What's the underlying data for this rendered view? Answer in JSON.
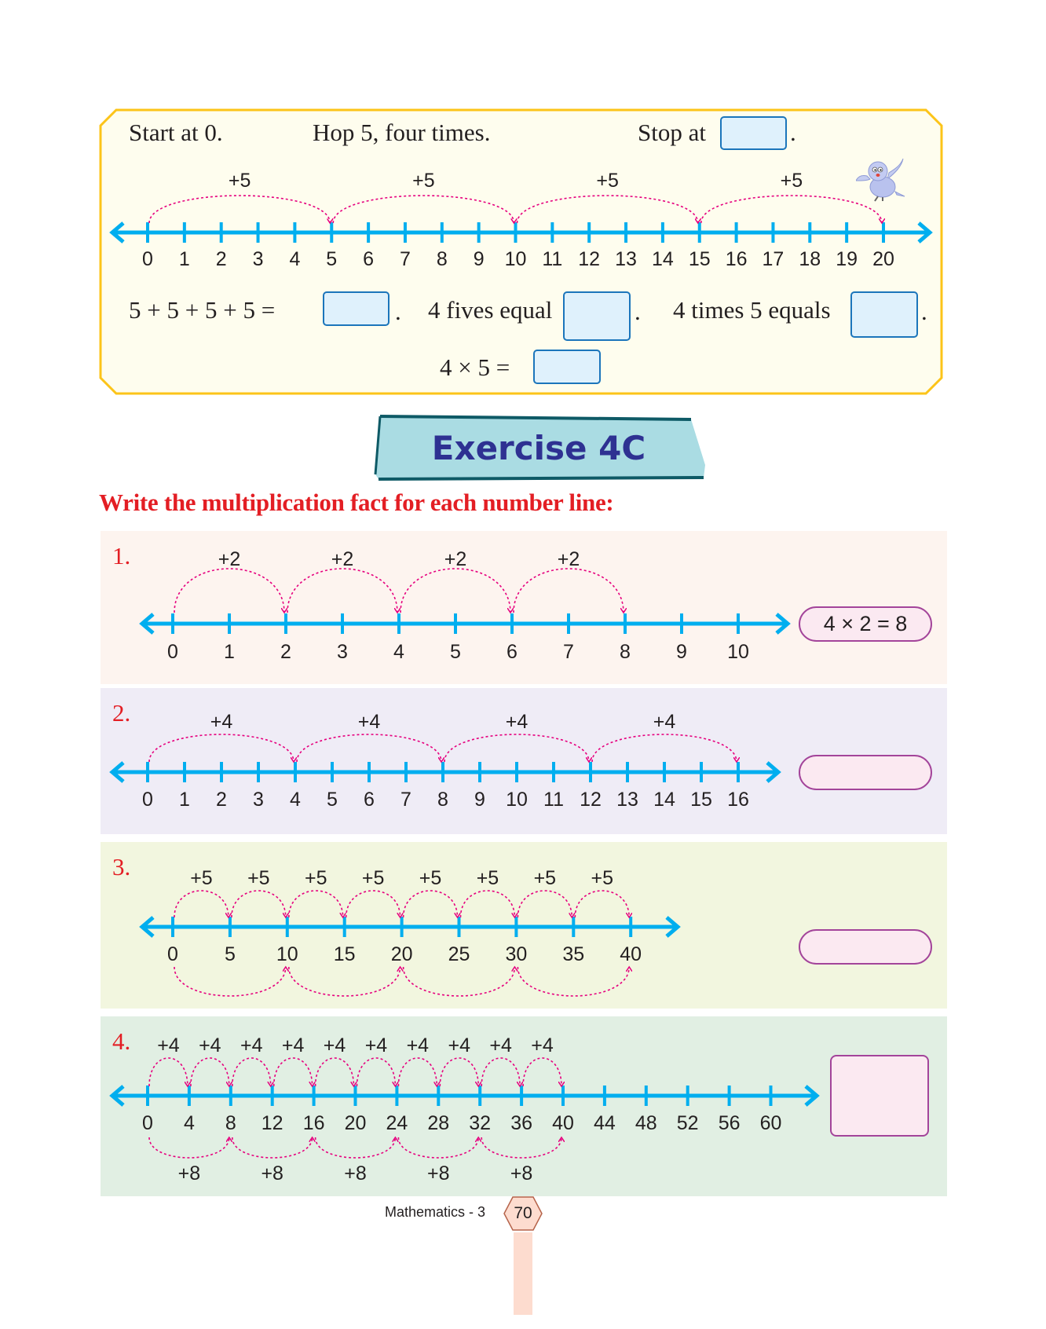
{
  "intro": {
    "start_text": "Start at 0.",
    "hop_text": "Hop 5, four times.",
    "stop_text": "Stop at",
    "sum_text": "5 + 5 + 5 + 5 =",
    "fives_text": "4 fives equal",
    "times_text": "4 times 5 equals",
    "product_text": "4 × 5  =",
    "period": ".",
    "stop_answer": "",
    "sum_answer": "",
    "fives_answer": "",
    "times_answer": "",
    "product_answer": ""
  },
  "exercise": {
    "title": "Exercise 4C",
    "instruction": "Write the multiplication fact for each number line:"
  },
  "problems": [
    {
      "number": "1.",
      "answer": "4 × 2 = 8"
    },
    {
      "number": "2.",
      "answer": ""
    },
    {
      "number": "3.",
      "answer": ""
    },
    {
      "number": "4.",
      "answer": ""
    }
  ],
  "number_lines": [
    {
      "name": "intro",
      "ticks": [
        "0",
        "1",
        "2",
        "3",
        "4",
        "5",
        "6",
        "7",
        "8",
        "9",
        "10",
        "11",
        "12",
        "13",
        "14",
        "15",
        "16",
        "17",
        "18",
        "19",
        "20"
      ],
      "jumps": [
        {
          "from": "0",
          "to": "5",
          "label": "+5"
        },
        {
          "from": "5",
          "to": "10",
          "label": "+5"
        },
        {
          "from": "10",
          "to": "15",
          "label": "+5"
        },
        {
          "from": "15",
          "to": "20",
          "label": "+5"
        }
      ],
      "bottom_jumps": []
    },
    {
      "name": "problem-1",
      "ticks": [
        "0",
        "1",
        "2",
        "3",
        "4",
        "5",
        "6",
        "7",
        "8",
        "9",
        "10"
      ],
      "jumps": [
        {
          "from": "0",
          "to": "2",
          "label": "+2"
        },
        {
          "from": "2",
          "to": "4",
          "label": "+2"
        },
        {
          "from": "4",
          "to": "6",
          "label": "+2"
        },
        {
          "from": "6",
          "to": "8",
          "label": "+2"
        }
      ],
      "bottom_jumps": []
    },
    {
      "name": "problem-2",
      "ticks": [
        "0",
        "1",
        "2",
        "3",
        "4",
        "5",
        "6",
        "7",
        "8",
        "9",
        "10",
        "11",
        "12",
        "13",
        "14",
        "15",
        "16"
      ],
      "jumps": [
        {
          "from": "0",
          "to": "4",
          "label": "+4"
        },
        {
          "from": "4",
          "to": "8",
          "label": "+4"
        },
        {
          "from": "8",
          "to": "12",
          "label": "+4"
        },
        {
          "from": "12",
          "to": "16",
          "label": "+4"
        }
      ],
      "bottom_jumps": []
    },
    {
      "name": "problem-3",
      "ticks": [
        "0",
        "5",
        "10",
        "15",
        "20",
        "25",
        "30",
        "35",
        "40"
      ],
      "jumps": [
        {
          "from": "0",
          "to": "5",
          "label": "+5"
        },
        {
          "from": "5",
          "to": "10",
          "label": "+5"
        },
        {
          "from": "10",
          "to": "15",
          "label": "+5"
        },
        {
          "from": "15",
          "to": "20",
          "label": "+5"
        },
        {
          "from": "20",
          "to": "25",
          "label": "+5"
        },
        {
          "from": "25",
          "to": "30",
          "label": "+5"
        },
        {
          "from": "30",
          "to": "35",
          "label": "+5"
        },
        {
          "from": "35",
          "to": "40",
          "label": "+5"
        }
      ],
      "bottom_jumps": [
        {
          "from": "0",
          "to": "10",
          "label": ""
        },
        {
          "from": "10",
          "to": "20",
          "label": ""
        },
        {
          "from": "20",
          "to": "30",
          "label": ""
        },
        {
          "from": "30",
          "to": "40",
          "label": ""
        }
      ]
    },
    {
      "name": "problem-4",
      "ticks": [
        "0",
        "4",
        "8",
        "12",
        "16",
        "20",
        "24",
        "28",
        "32",
        "36",
        "40",
        "44",
        "48",
        "52",
        "56",
        "60"
      ],
      "jumps": [
        {
          "from": "0",
          "to": "4",
          "label": "+4"
        },
        {
          "from": "4",
          "to": "8",
          "label": "+4"
        },
        {
          "from": "8",
          "to": "12",
          "label": "+4"
        },
        {
          "from": "12",
          "to": "16",
          "label": "+4"
        },
        {
          "from": "16",
          "to": "20",
          "label": "+4"
        },
        {
          "from": "20",
          "to": "24",
          "label": "+4"
        },
        {
          "from": "24",
          "to": "28",
          "label": "+4"
        },
        {
          "from": "28",
          "to": "32",
          "label": "+4"
        },
        {
          "from": "32",
          "to": "36",
          "label": "+4"
        },
        {
          "from": "36",
          "to": "40",
          "label": "+4"
        }
      ],
      "bottom_jumps": [
        {
          "from": "0",
          "to": "8",
          "label": "+8"
        },
        {
          "from": "8",
          "to": "16",
          "label": "+8"
        },
        {
          "from": "16",
          "to": "24",
          "label": "+8"
        },
        {
          "from": "24",
          "to": "32",
          "label": "+8"
        },
        {
          "from": "32",
          "to": "40",
          "label": "+8"
        }
      ]
    }
  ],
  "footer": {
    "book": "Mathematics - 3",
    "page": "70"
  },
  "colors": {
    "line": "#00aeef",
    "jump": "#e6007e",
    "heading": "#e31e24",
    "title": "#2e3192",
    "box_border": "#fcc419"
  }
}
